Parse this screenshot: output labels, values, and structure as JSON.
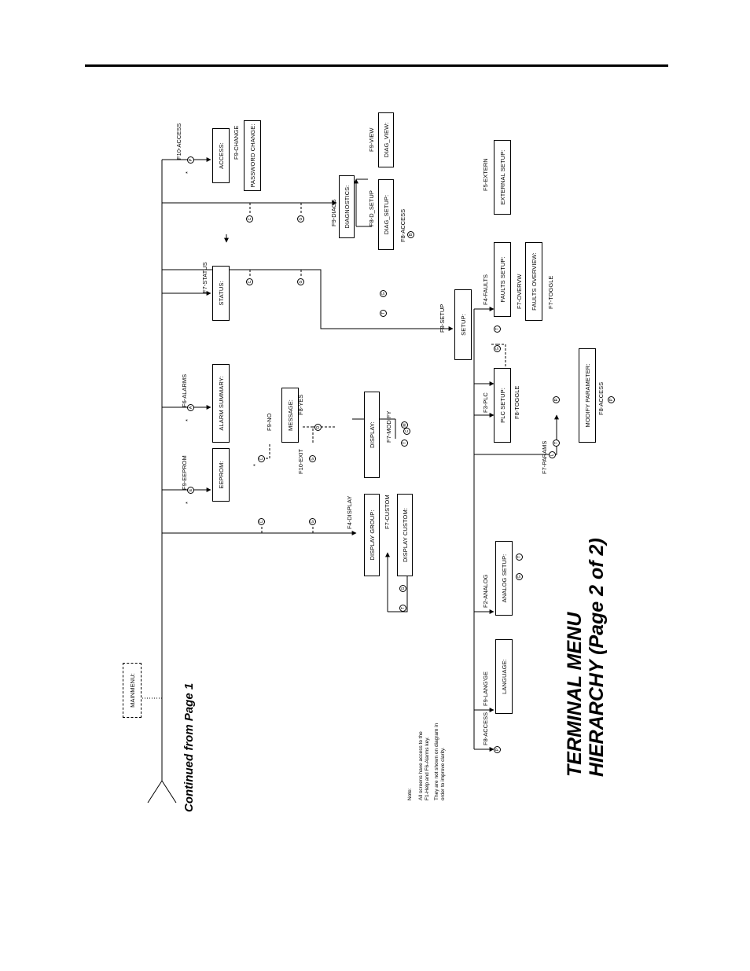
{
  "continued": "Continued from Page 1",
  "title": {
    "line1": "TERMINAL MENU",
    "line2": "HIERARCHY  (Page 2 of 2)"
  },
  "note": {
    "heading": "Note:",
    "line1": "All screens have access to the",
    "line2": "F1-Help and F6-Alarms key.",
    "line3": "They are not shown on diagram in",
    "line4": "order to improve clarity."
  },
  "boxes": {
    "mainmenu": "MAINMENU:",
    "eeprom": "EEPROM:",
    "alarm_summary": "ALARM SUMMARY:",
    "status": "STATUS:",
    "access": "ACCESS:",
    "password_change": "PASSWORD CHANGE:",
    "message": "MESSAGE:",
    "display_group": "DISPLAY GROUP:",
    "display_custom": "DISPLAY CUSTOM:",
    "display": "DISPLAY:",
    "diagnostics": "DIAGNOSTICS:",
    "diag_setup": "DIAG_SETUP:",
    "diag_view": "DIAG_VIEW:",
    "setup": "SETUP:",
    "language": "LANGUAGE:",
    "analog_setup": "ANALOG SETUP:",
    "plc_setup": "PLC SETUP:",
    "faults_setup": "FAULTS SETUP:",
    "faults_overview": "FAULTS OVERVIEW:",
    "external_setup": "EXTERNAL SETUP:",
    "modify_parameter": "MODIFY PARAMETER:"
  },
  "labels": {
    "f9_eeprom": "F9-EEPROM",
    "f6_alarms": "F6-ALARMS",
    "f7_status": "F7-STATUS",
    "f10_access": "F10-ACCESS",
    "f9_change": "F9-CHANGE",
    "f9_no": "F9-NO",
    "f8_yes": "F8-YES",
    "f10_exit": "F10-EXIT",
    "f4_display": "F4-DISPLAY",
    "f7_custom": "F7-CUSTOM",
    "f7_modify": "F7-MODIFY",
    "f9_diags": "F9-DIAGS",
    "f8_d_setup": "F8-D_SETUP",
    "f9_view": "F9-VIEW",
    "f8_access_diag": "F8-ACCESS",
    "f8_setup": "F8-SETUP",
    "f8_access_lang": "F8-ACCESS",
    "f9_langge": "F9-LANG'GE",
    "f2_analog": "F2-ANALOG",
    "f3_plc": "F3-PLC",
    "f8_toggle": "F8-TOGGLE",
    "f7_params": "F7-PARAMS",
    "f8_access_param": "F8-ACCESS",
    "f4_faults": "F4-FAULTS",
    "f7_overvw": "F7-OVERVW",
    "f7_toggle": "F7-TOGGLE",
    "f5_extern": "F5-EXTERN",
    "asterisk": "*"
  },
  "nodes": {
    "e": "E",
    "a": "A",
    "c": "C",
    "g": "G",
    "d": "D",
    "t": "T",
    "m": "M",
    "p": "P",
    "b": "B",
    "l": "L",
    "r": "R"
  }
}
